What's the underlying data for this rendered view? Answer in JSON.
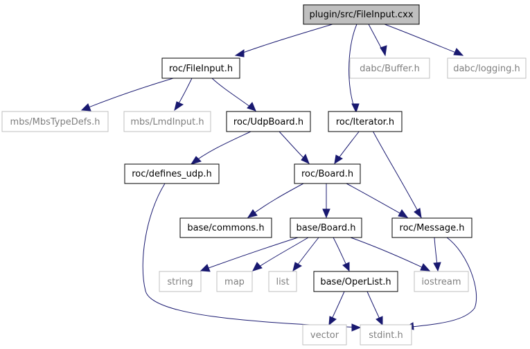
{
  "graph": {
    "nodes": {
      "fileinput_cxx": {
        "label": "plugin/src/FileInput.cxx"
      },
      "roc_fileinput_h": {
        "label": "roc/FileInput.h"
      },
      "dabc_buffer_h": {
        "label": "dabc/Buffer.h"
      },
      "dabc_logging_h": {
        "label": "dabc/logging.h"
      },
      "mbs_mbstypedefs_h": {
        "label": "mbs/MbsTypeDefs.h"
      },
      "mbs_lmdinput_h": {
        "label": "mbs/LmdInput.h"
      },
      "roc_udpboard_h": {
        "label": "roc/UdpBoard.h"
      },
      "roc_iterator_h": {
        "label": "roc/Iterator.h"
      },
      "roc_defines_udp_h": {
        "label": "roc/defines_udp.h"
      },
      "roc_board_h": {
        "label": "roc/Board.h"
      },
      "base_commons_h": {
        "label": "base/commons.h"
      },
      "base_board_h": {
        "label": "base/Board.h"
      },
      "roc_message_h": {
        "label": "roc/Message.h"
      },
      "string": {
        "label": "string"
      },
      "map": {
        "label": "map"
      },
      "list": {
        "label": "list"
      },
      "base_operlist_h": {
        "label": "base/OperList.h"
      },
      "iostream": {
        "label": "iostream"
      },
      "vector": {
        "label": "vector"
      },
      "stdint_h": {
        "label": "stdint.h"
      }
    },
    "colors": {
      "edge": "#191970",
      "root_fill": "#bfbfbf",
      "documented_border": "#000000",
      "external_border": "#bfbfbf",
      "external_text": "#7f7f7f"
    }
  }
}
